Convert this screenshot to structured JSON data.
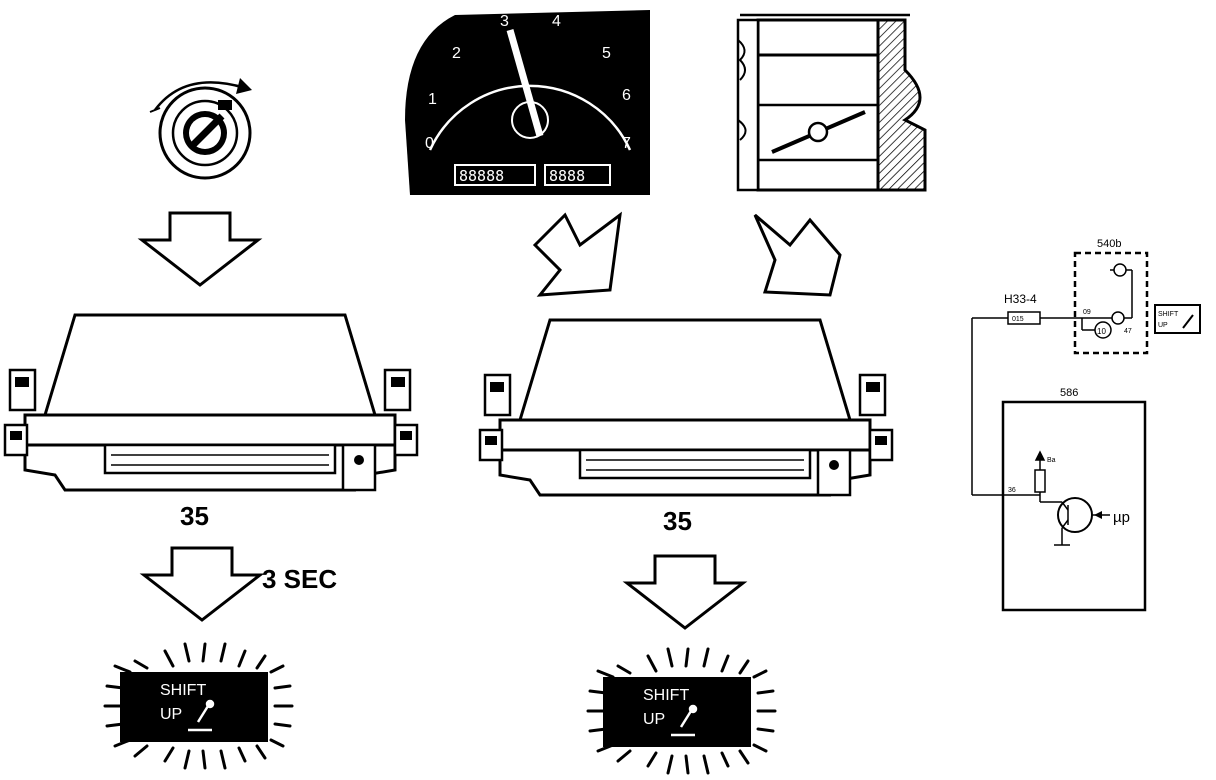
{
  "ecu_left": {
    "label": "35"
  },
  "ecu_right": {
    "label": "35"
  },
  "delay": {
    "text": "3 SEC"
  },
  "speedometer": {
    "ticks": [
      "0",
      "1",
      "2",
      "3",
      "4",
      "5",
      "6",
      "7"
    ],
    "odometer_left": "88888",
    "odometer_right": "8888",
    "needle_value": 3
  },
  "lamp_left": {
    "line1": "SHIFT",
    "line2": "UP"
  },
  "lamp_right": {
    "line1": "SHIFT",
    "line2": "UP"
  },
  "schematic": {
    "box_top_label": "540b",
    "fuse_label": "H33-4",
    "fuse_value": "015",
    "pin_top": "09",
    "pin_circle": "10",
    "pin_right": "47",
    "lamp_label_line1": "SHIFT",
    "lamp_label_line2": "UP",
    "box_bottom_label": "586",
    "pin_bottom": "36",
    "resistor_label": "Ba",
    "mcu_label": "µp"
  }
}
